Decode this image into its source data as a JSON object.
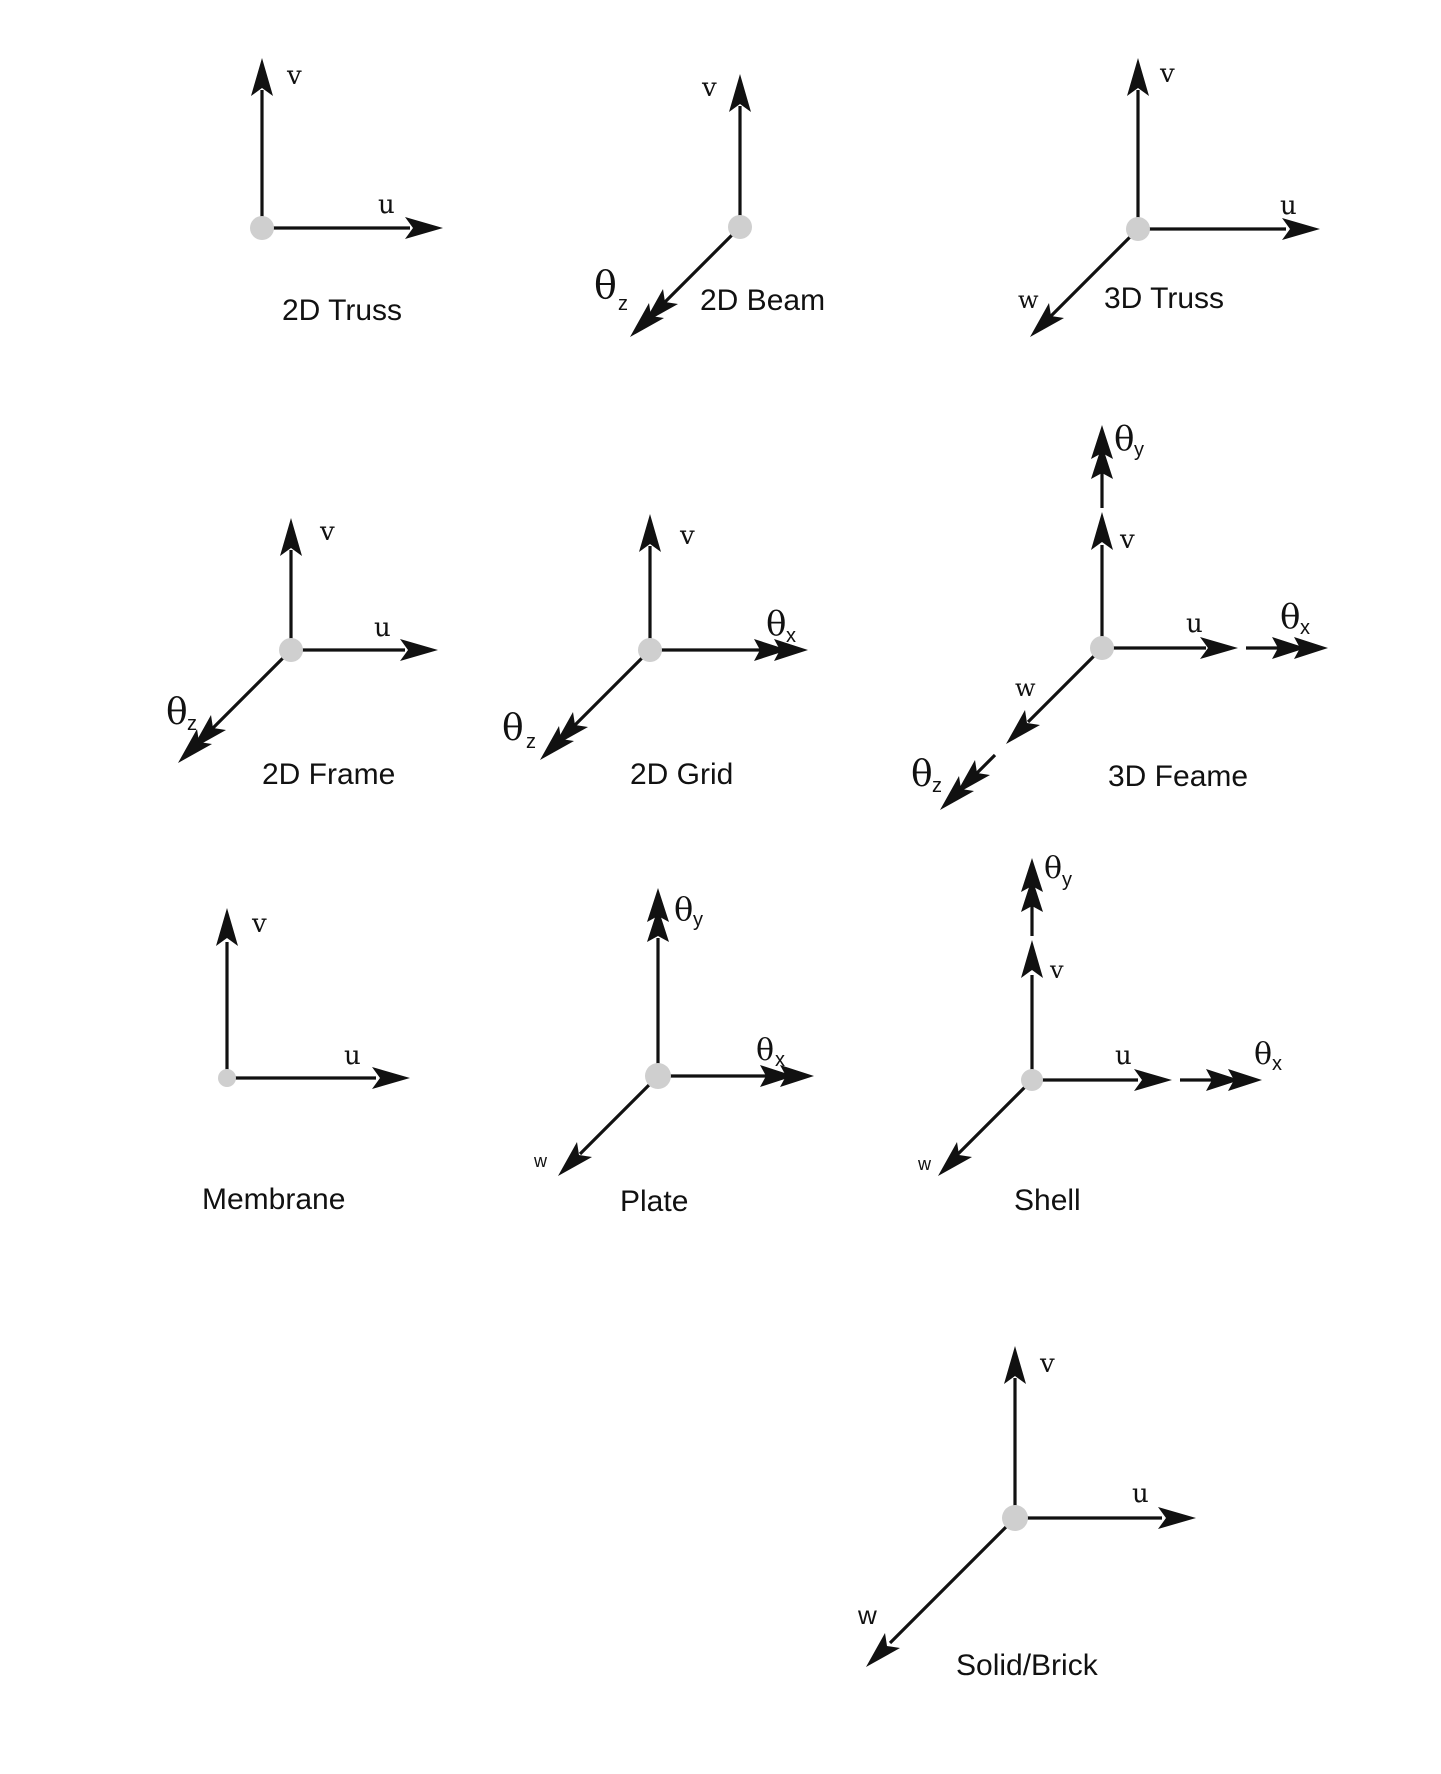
{
  "elements": [
    {
      "title": "2D Truss",
      "dofs": [
        {
          "dir": "v",
          "label": "v",
          "font": "serif"
        },
        {
          "dir": "u",
          "label": "u",
          "font": "serif"
        }
      ]
    },
    {
      "title": "2D Beam",
      "dofs": [
        {
          "dir": "v",
          "label": "v",
          "font": "serif"
        },
        {
          "dir": "w",
          "label": "θ",
          "sub": "z",
          "font": "serif",
          "double": true
        }
      ]
    },
    {
      "title": "3D Truss",
      "dofs": [
        {
          "dir": "v",
          "label": "v",
          "font": "serif"
        },
        {
          "dir": "u",
          "label": "u",
          "font": "serif"
        },
        {
          "dir": "w",
          "label": "w",
          "font": "serif"
        }
      ]
    },
    {
      "title": "2D Frame",
      "dofs": [
        {
          "dir": "v",
          "label": "v",
          "font": "serif"
        },
        {
          "dir": "u",
          "label": "u",
          "font": "serif"
        },
        {
          "dir": "w",
          "label": "θ",
          "sub": "z",
          "font": "serif",
          "double": true
        }
      ]
    },
    {
      "title": "2D Grid",
      "dofs": [
        {
          "dir": "v",
          "label": "v",
          "font": "serif"
        },
        {
          "dir": "u",
          "label": "θ",
          "sub": "x",
          "font": "serif",
          "double": true
        },
        {
          "dir": "w",
          "label": "θ",
          "sub": "z",
          "font": "serif",
          "double": true
        }
      ]
    },
    {
      "title": "3D Feame",
      "dofs": [
        {
          "dir": "v",
          "label": "v",
          "font": "serif"
        },
        {
          "dir": "vr",
          "label": "θ",
          "sub": "y",
          "font": "serif",
          "double": true
        },
        {
          "dir": "u",
          "label": "u",
          "font": "serif"
        },
        {
          "dir": "ur",
          "label": "θ",
          "sub": "x",
          "font": "serif",
          "double": true
        },
        {
          "dir": "w",
          "label": "w",
          "font": "serif"
        },
        {
          "dir": "wr",
          "label": "θ",
          "sub": "z",
          "font": "serif",
          "double": true
        }
      ]
    },
    {
      "title": "Membrane",
      "dofs": [
        {
          "dir": "v",
          "label": "v",
          "font": "serif"
        },
        {
          "dir": "u",
          "label": "u",
          "font": "serif"
        }
      ]
    },
    {
      "title": "Plate",
      "dofs": [
        {
          "dir": "v",
          "label": "θ",
          "sub": "y",
          "font": "serif",
          "double": true
        },
        {
          "dir": "u",
          "label": "θ",
          "sub": "x",
          "font": "serif",
          "double": true
        },
        {
          "dir": "w",
          "label": "w",
          "font": "sans"
        }
      ]
    },
    {
      "title": "Shell",
      "dofs": [
        {
          "dir": "v",
          "label": "v",
          "font": "serif"
        },
        {
          "dir": "vr",
          "label": "θ",
          "sub": "y",
          "font": "serif",
          "double": true
        },
        {
          "dir": "u",
          "label": "u",
          "font": "serif"
        },
        {
          "dir": "ur",
          "label": "θ",
          "sub": "x",
          "font": "serif",
          "double": true
        },
        {
          "dir": "w",
          "label": "w",
          "font": "sans"
        }
      ]
    },
    {
      "title": "Solid/Brick",
      "dofs": [
        {
          "dir": "v",
          "label": "v",
          "font": "serif"
        },
        {
          "dir": "u",
          "label": "u",
          "font": "serif"
        },
        {
          "dir": "w",
          "label": "w",
          "font": "sans"
        }
      ]
    }
  ]
}
